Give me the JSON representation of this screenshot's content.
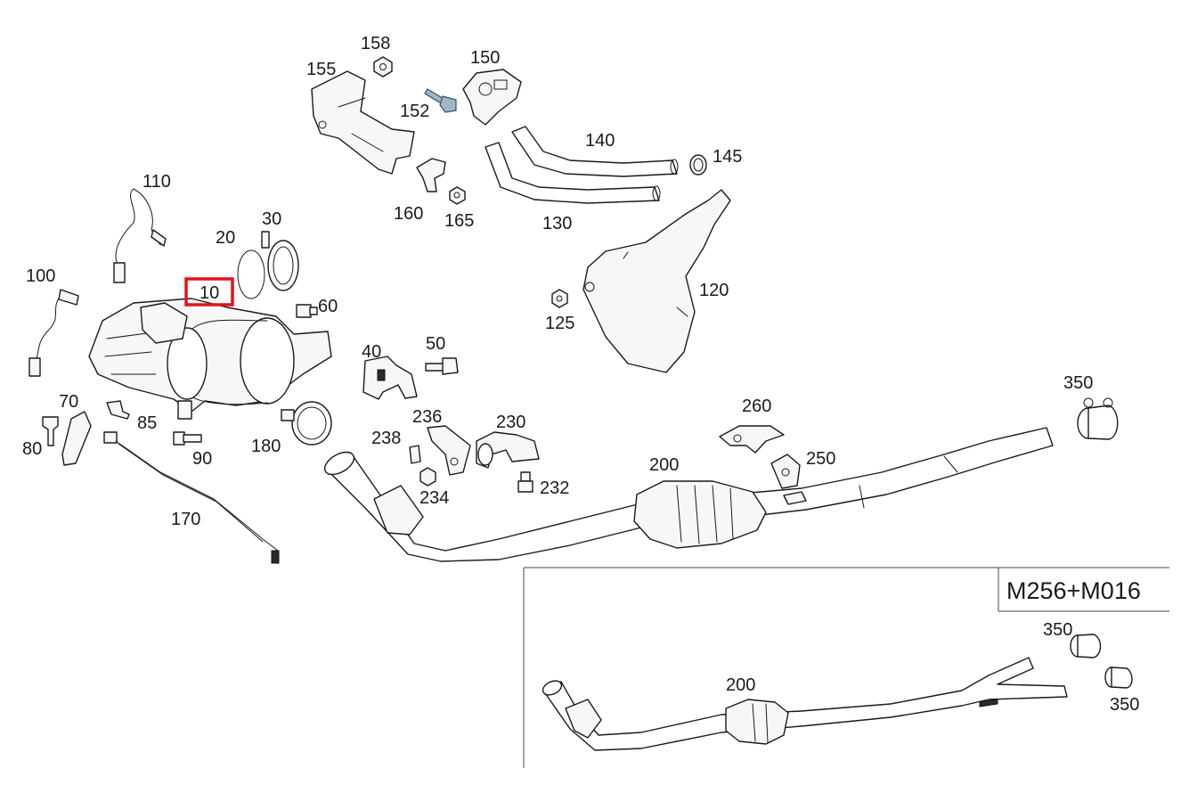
{
  "labels": {
    "l10": "10",
    "l20": "20",
    "l30": "30",
    "l40": "40",
    "l50": "50",
    "l60": "60",
    "l70": "70",
    "l80": "80",
    "l85": "85",
    "l90": "90",
    "l100": "100",
    "l110": "110",
    "l120": "120",
    "l125": "125",
    "l130": "130",
    "l140": "140",
    "l145": "145",
    "l150": "150",
    "l152": "152",
    "l155": "155",
    "l158": "158",
    "l160": "160",
    "l165": "165",
    "l170": "170",
    "l180": "180",
    "l200": "200",
    "l230": "230",
    "l232": "232",
    "l234": "234",
    "l236": "236",
    "l238": "238",
    "l250": "250",
    "l260": "260",
    "l350": "350"
  },
  "inset": {
    "title": "M256+M016",
    "l200": "200",
    "l350a": "350",
    "l350b": "350"
  },
  "highlight": {
    "part": "10",
    "color": "#e3131b"
  }
}
